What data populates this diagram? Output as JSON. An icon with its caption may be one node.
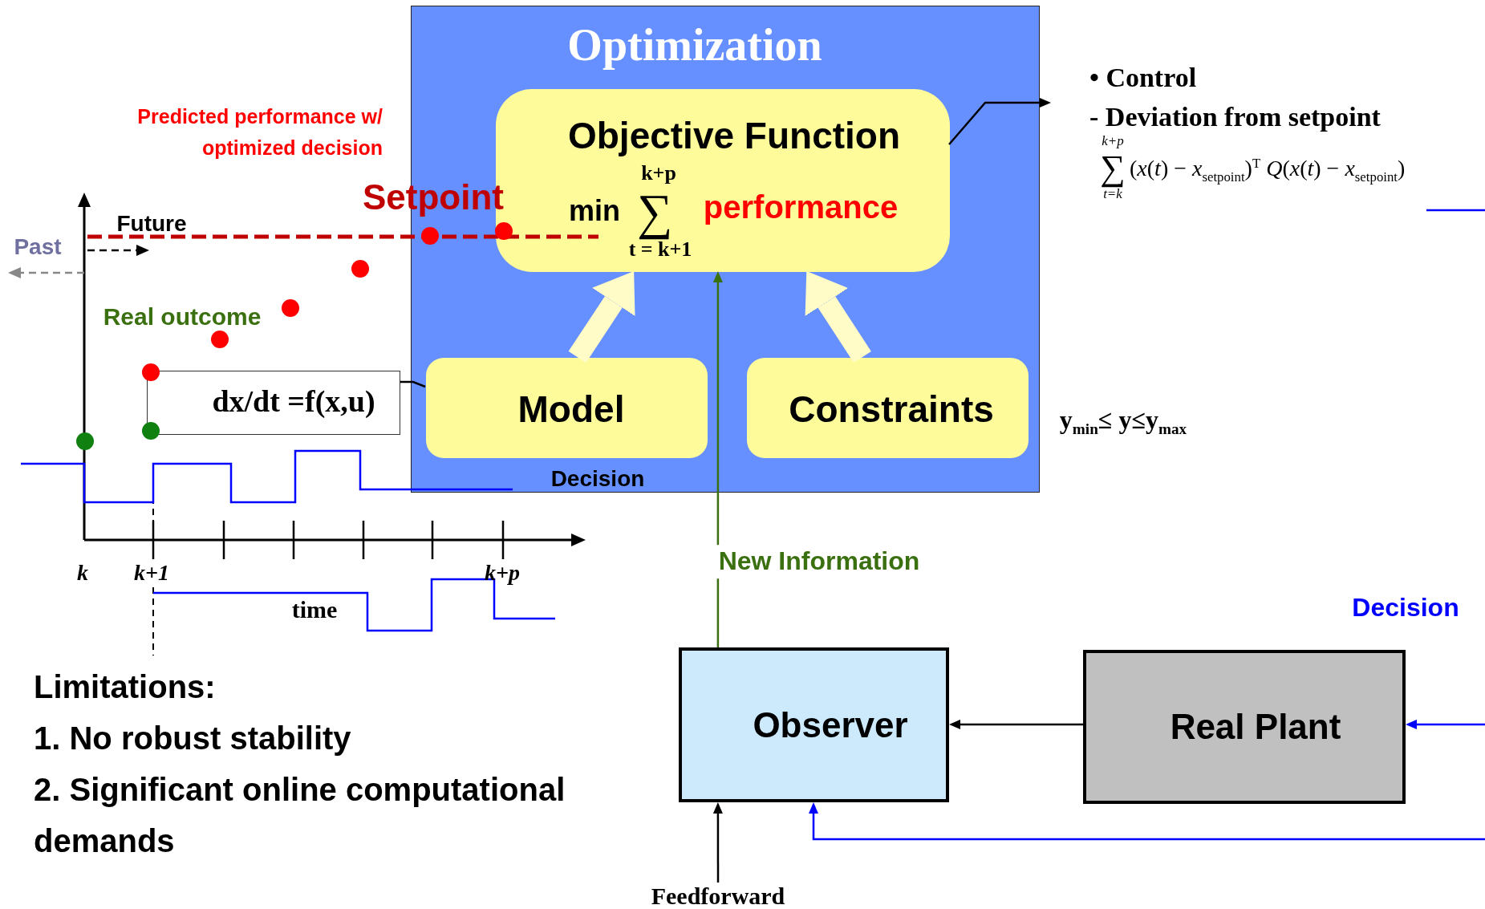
{
  "diagram": {
    "nodes": [
      {
        "text": [
          "Optimization"
        ]
      },
      {
        "text": [
          "Objective Function",
          "k+p",
          "min",
          "∑",
          "t = k+1",
          "performance"
        ],
        "in": 0
      },
      {
        "text": [
          "Model"
        ],
        "in": 0
      },
      {
        "text": [
          "Constraints"
        ],
        "in": 0
      },
      {
        "text": [
          "• Control",
          "- Deviation from setpoint",
          "k+p",
          "∑",
          "t=k",
          "(*x*(*t*) − *x*$_{setpoint}$)$^{T}$ *Q*(*x*(*t*) − *x*$_{setpoint}$)"
        ]
      },
      {
        "text": [
          "dx/dt =f(x,u)"
        ]
      },
      {
        "text": [
          "Observer"
        ]
      },
      {
        "text": [
          "Real Plant"
        ]
      },
      {
        "text": [
          "Feedforward"
        ]
      }
    ],
    "edges": [
      {
        "from": 2,
        "to": 1,
        "arrow": "to",
        "style": "thick",
        "color": "#fffcc8"
      },
      {
        "from": 3,
        "to": 1,
        "arrow": "to",
        "style": "thick",
        "color": "#fffcc8"
      },
      {
        "from": 1,
        "to": 4,
        "arrow": "to"
      },
      {
        "from": 6,
        "to": 1,
        "arrow": "to",
        "label": "New Information",
        "color": "#3b7010"
      },
      {
        "from": 7,
        "to": 6,
        "arrow": "to"
      },
      {
        "from": null,
        "to": 7,
        "arrow": "to",
        "color": "#0000ff"
      },
      {
        "from": null,
        "to": 6,
        "arrow": "to",
        "color": "#0000ff"
      },
      {
        "from": 8,
        "to": 6,
        "arrow": "to"
      },
      {
        "from": 5,
        "to": 2,
        "arrow": "none"
      }
    ],
    "labels": [
      "Predicted performance w/ optimized decision",
      "Setpoint",
      "Future",
      "Past",
      "Real outcome",
      "Decision",
      "y$_{min}$≤ y≤y$_{max}$",
      "k",
      "k+1",
      "k+p",
      "time",
      "Decision",
      "Limitations:",
      "1. No robust stability",
      "2. Significant online computational demands"
    ]
  }
}
